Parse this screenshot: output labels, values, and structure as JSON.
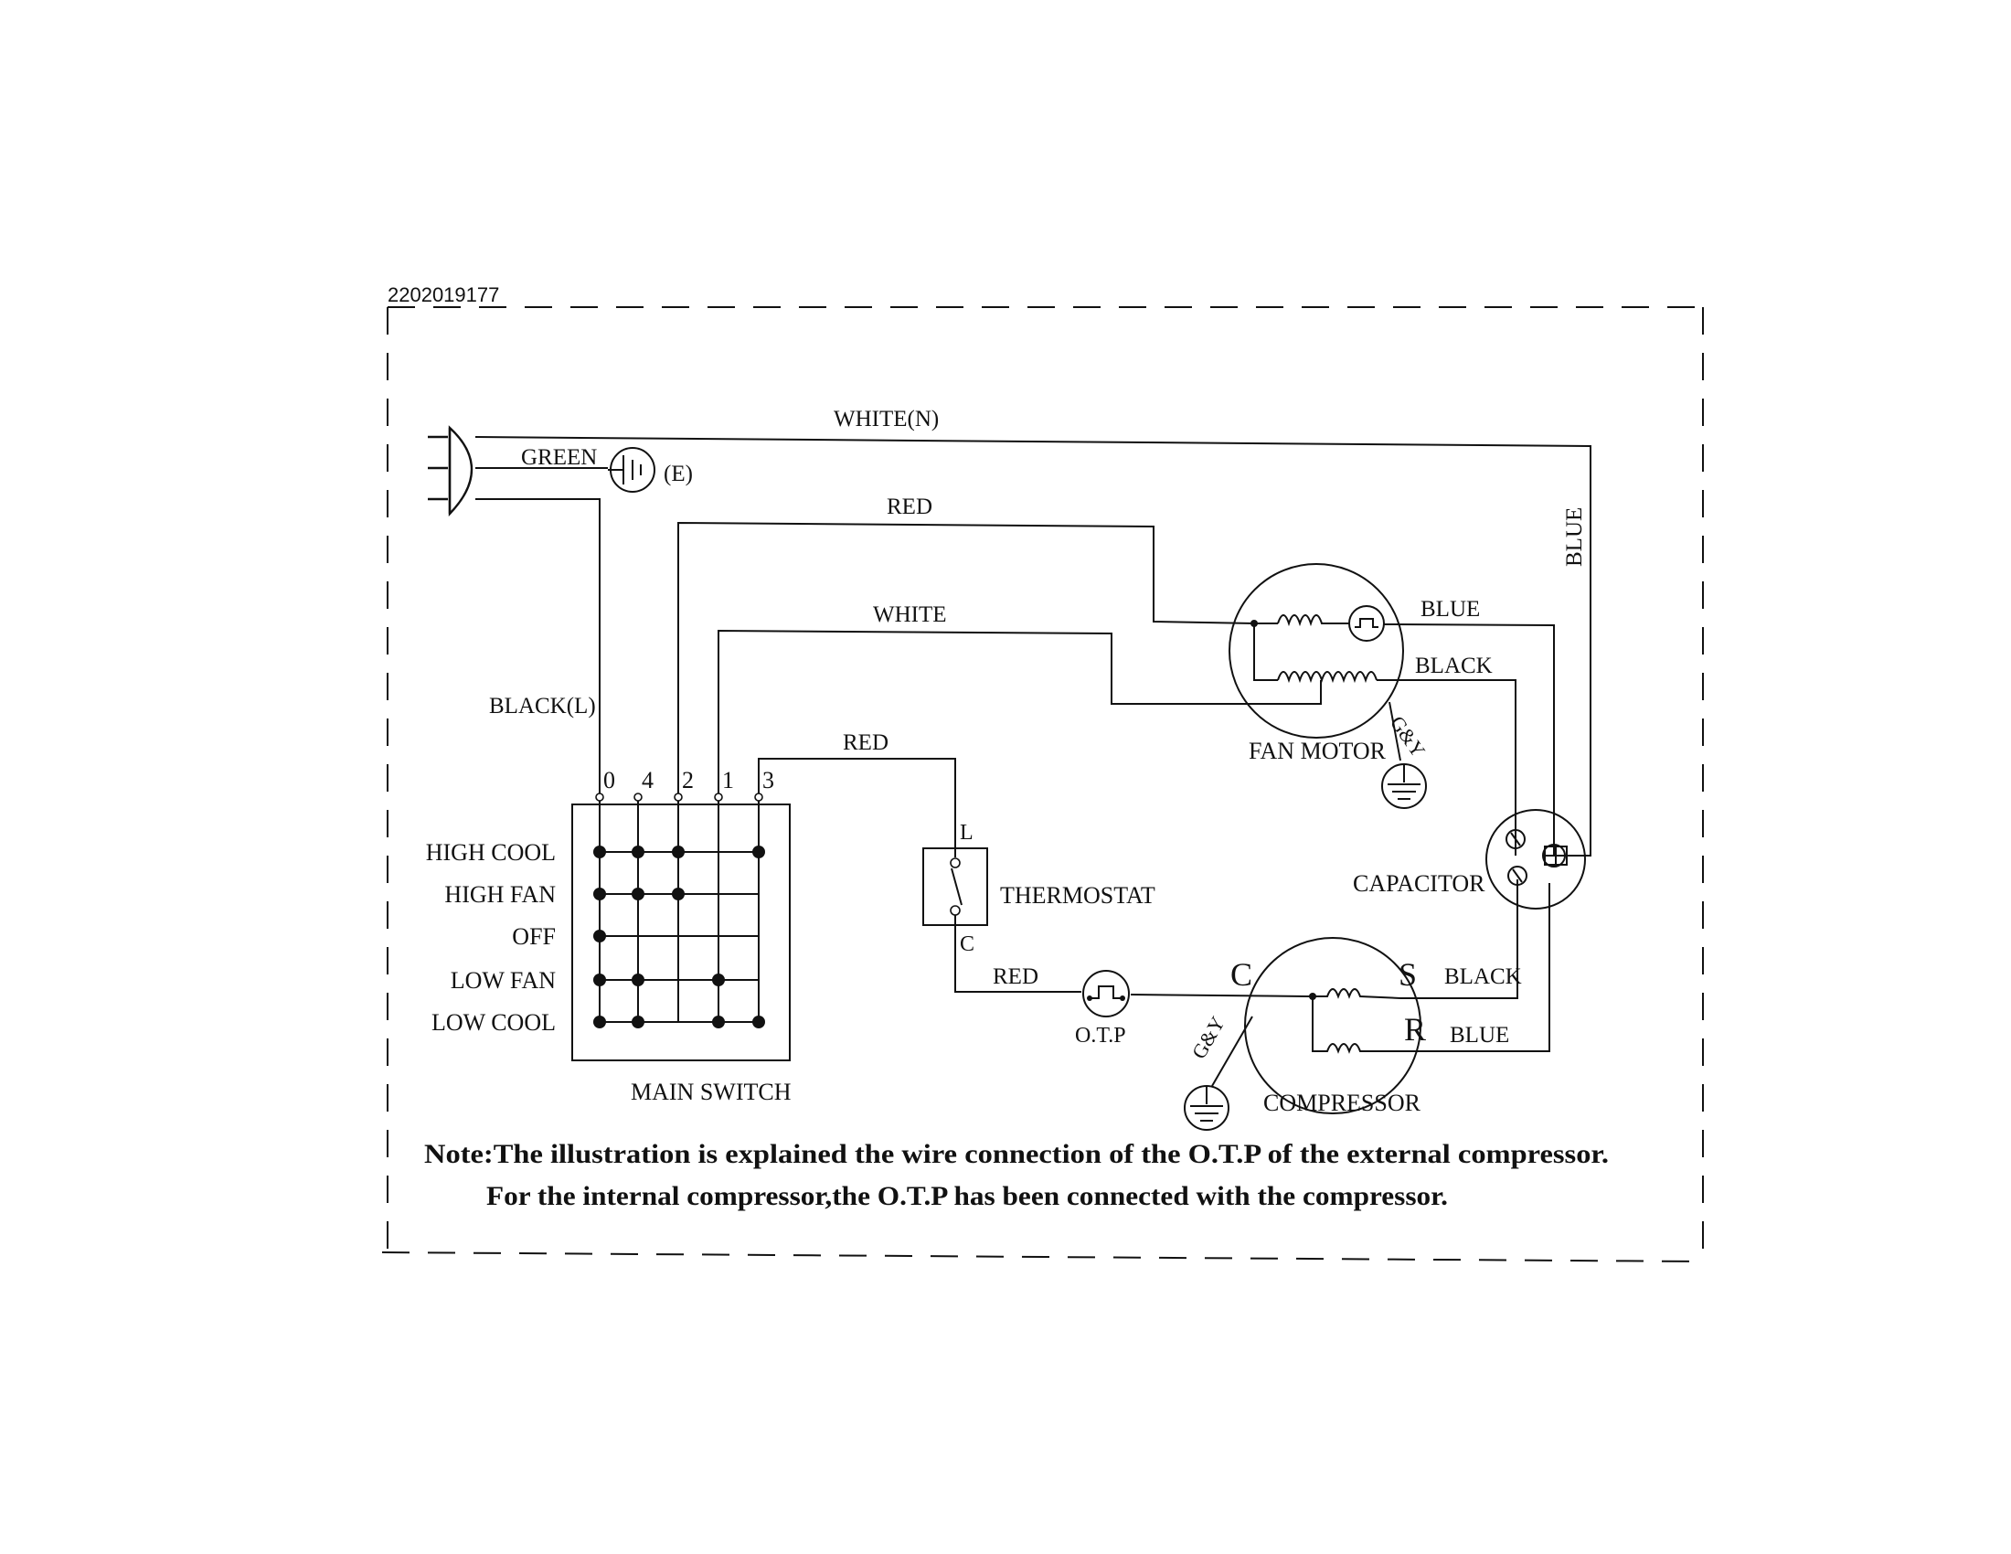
{
  "document_id": "2202019177",
  "plug": {
    "ground_wire": "GREEN",
    "ground_label": "(E)"
  },
  "wires": {
    "neutral": "WHITE(N)",
    "line": "BLACK(L)",
    "red_to_fan": "RED",
    "white_to_fan": "WHITE",
    "red_to_thermostat": "RED",
    "red_to_otp": "RED",
    "blue_right": "BLUE",
    "fan_blue": "BLUE",
    "fan_black": "BLACK",
    "comp_black": "BLACK",
    "comp_blue": "BLUE"
  },
  "main_switch": {
    "label": "MAIN SWITCH",
    "terminals": [
      "0",
      "4",
      "2",
      "1",
      "3"
    ],
    "positions": [
      {
        "name": "HIGH COOL",
        "closed": [
          true,
          true,
          true,
          false,
          true
        ]
      },
      {
        "name": "HIGH FAN",
        "closed": [
          true,
          true,
          true,
          false,
          false
        ]
      },
      {
        "name": "OFF",
        "closed": [
          true,
          false,
          false,
          false,
          false
        ]
      },
      {
        "name": "LOW FAN",
        "closed": [
          true,
          true,
          false,
          true,
          false
        ]
      },
      {
        "name": "LOW COOL",
        "closed": [
          true,
          true,
          false,
          true,
          true
        ]
      }
    ]
  },
  "thermostat": {
    "label": "THERMOSTAT",
    "terminal_top": "L",
    "terminal_bottom": "C"
  },
  "otp": {
    "label": "O.T.P"
  },
  "fan_motor": {
    "label": "FAN MOTOR",
    "ground": "G&Y"
  },
  "capacitor": {
    "label": "CAPACITOR"
  },
  "compressor": {
    "label": "COMPRESSOR",
    "terminal_c": "C",
    "terminal_s": "S",
    "terminal_r": "R",
    "ground": "G&Y"
  },
  "note": {
    "line1": "Note:The illustration is explained the wire connection of the O.T.P of the external compressor.",
    "line2": "For the internal compressor,the O.T.P has been connected with the compressor."
  }
}
